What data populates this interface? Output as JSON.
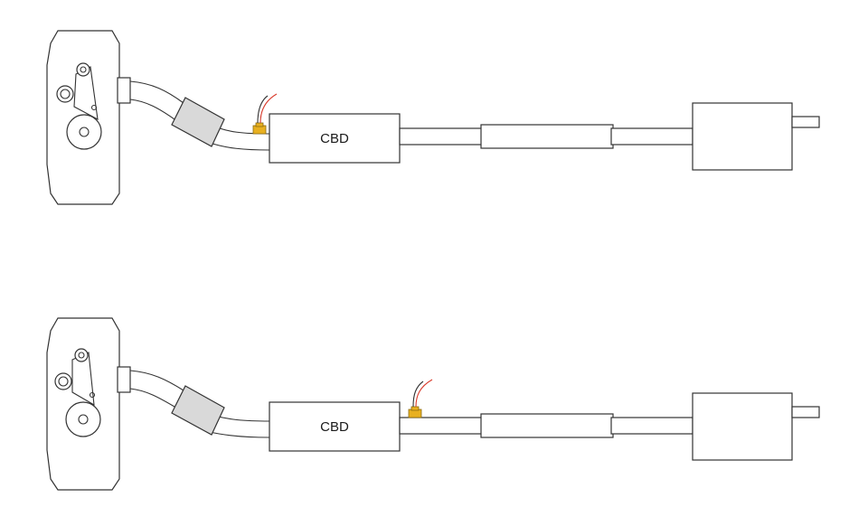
{
  "diagrams": [
    {
      "block_label": "CBD",
      "connector_position": "before-block"
    },
    {
      "block_label": "CBD",
      "connector_position": "after-block"
    }
  ],
  "colors": {
    "line": "#333333",
    "sleeve_fill": "#d9d9d9",
    "connector_fill": "#e8b020",
    "wire_red": "#d93a2b",
    "wire_dark": "#333333"
  }
}
